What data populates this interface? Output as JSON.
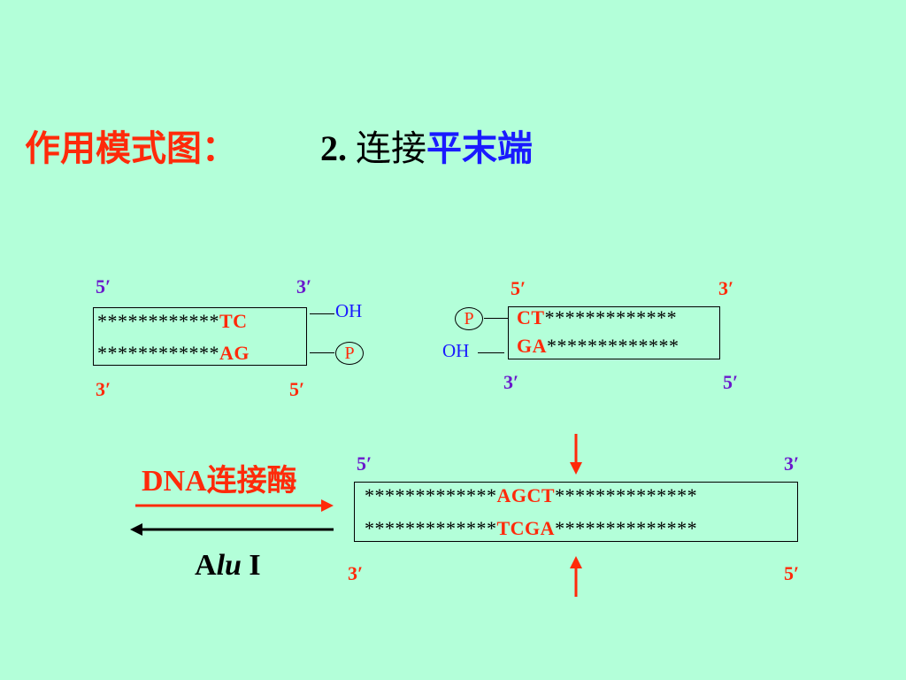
{
  "title": {
    "prefix": "作用模式图：",
    "number": "2.",
    "verb": "连接",
    "highlight": "平末端"
  },
  "fragment_left": {
    "top_5": "5′",
    "top_3": "3′",
    "bottom_3": "3′",
    "bottom_5": "5′",
    "top_stars": "************",
    "top_end": "TC",
    "bottom_stars": "************",
    "bottom_end": "AG",
    "oh_label": "OH",
    "p_label": "P"
  },
  "fragment_right": {
    "top_5": "5′",
    "top_3": "3′",
    "bottom_3": "3′",
    "bottom_5": "5′",
    "top_start": "CT",
    "top_stars": "*************",
    "bottom_start": "GA",
    "bottom_stars": "*************",
    "p_label": "P",
    "oh_label": "OH"
  },
  "product": {
    "top_5": "5′",
    "top_3": "3′",
    "bottom_3": "3′",
    "bottom_5": "5′",
    "top_left_stars": "*************",
    "top_site": "AGCT",
    "top_right_stars": "**************",
    "bottom_left_stars": "*************",
    "bottom_site": "TCGA",
    "bottom_right_stars": "**************"
  },
  "reaction": {
    "forward_enzyme_latin": "DNA",
    "forward_enzyme_cn": "连接酶",
    "reverse_enzyme_a": "A",
    "reverse_enzyme_lu": "lu",
    "reverse_enzyme_i": " I"
  },
  "colors": {
    "background": "#b3ffd9",
    "red": "#ff2a0a",
    "blue": "#1a1aff",
    "purple": "#6a19cc"
  }
}
